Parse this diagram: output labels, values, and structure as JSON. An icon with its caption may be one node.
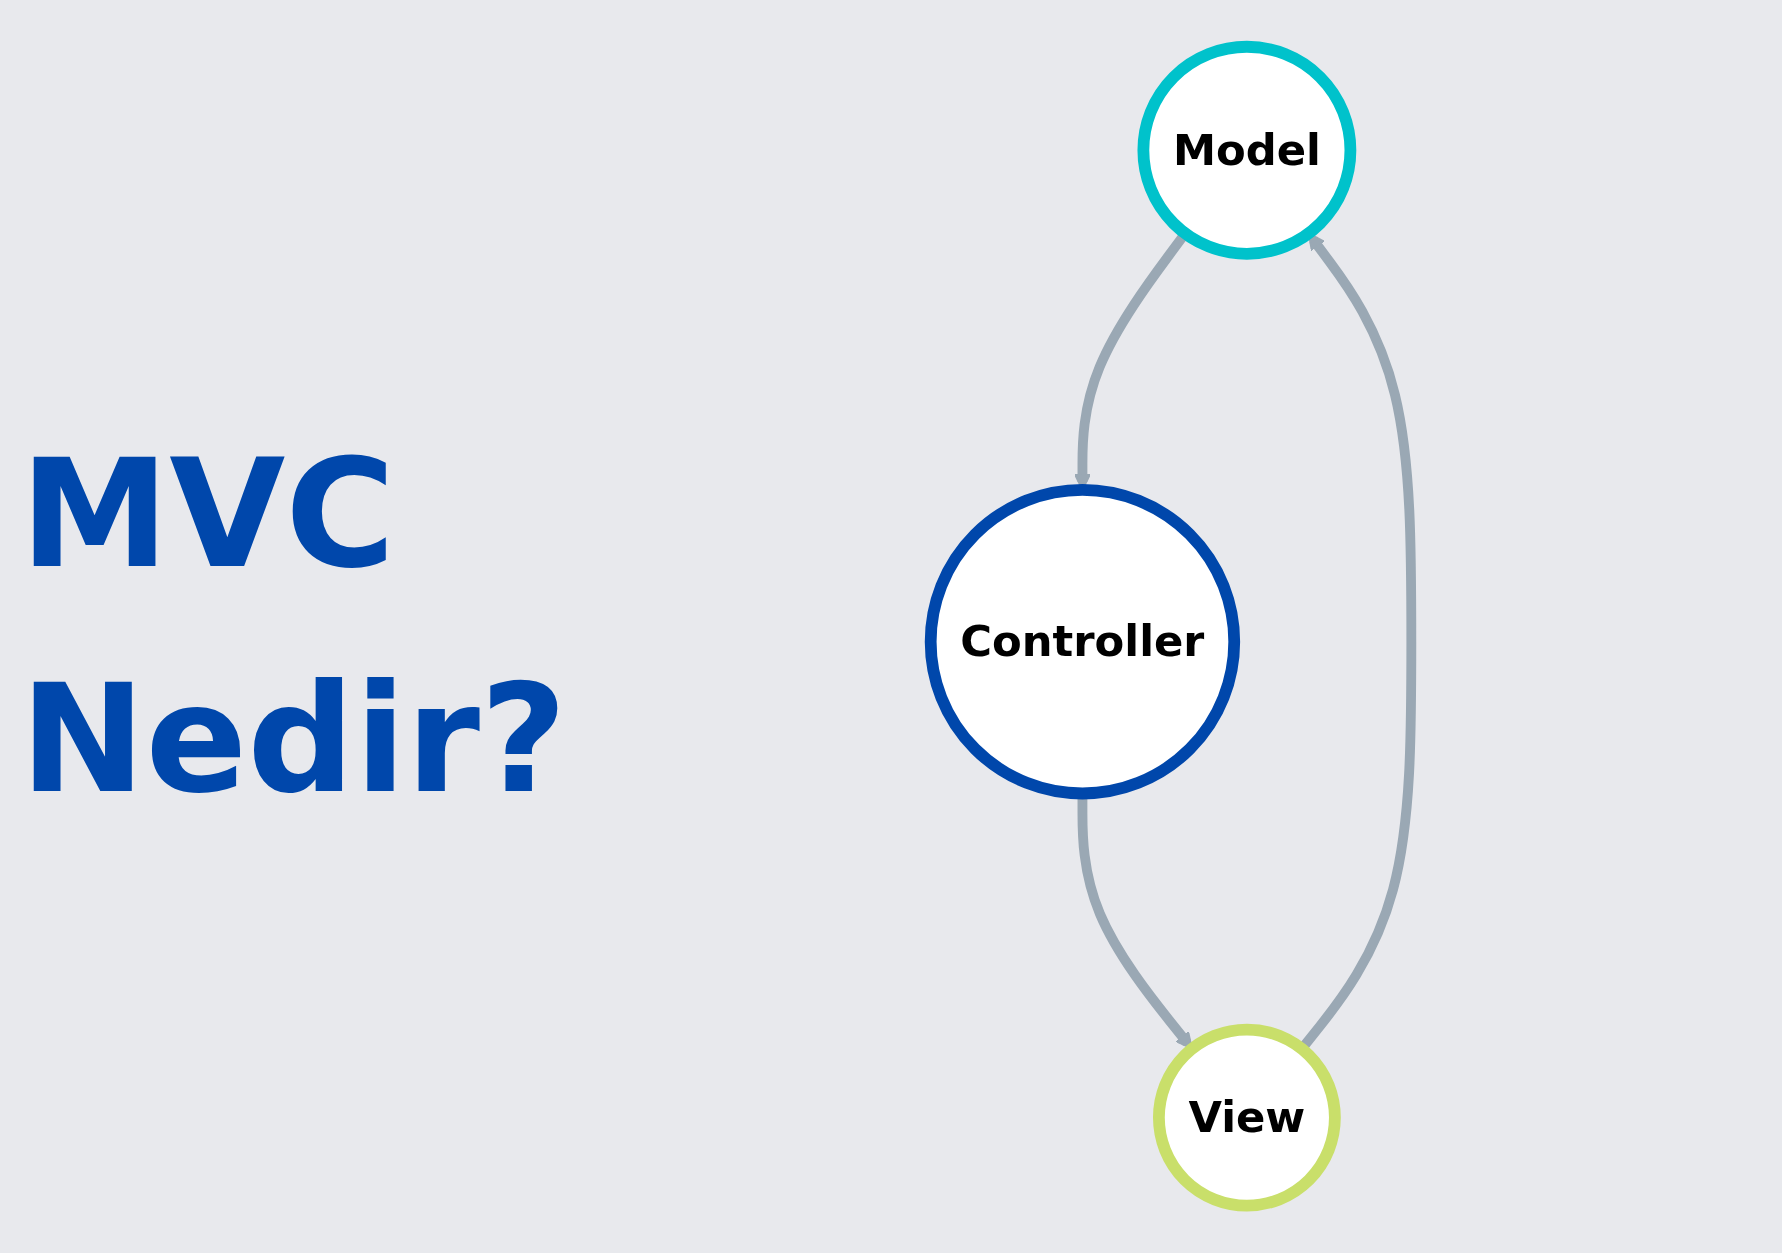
{
  "diagram": {
    "title": "MVC Nedir?",
    "nodes": [
      {
        "text": [
          "Model"
        ]
      },
      {
        "text": [
          "View"
        ]
      },
      {
        "text": [
          "Controller"
        ]
      }
    ],
    "edges": [
      {
        "from": 1,
        "to": 0,
        "arrow": "to"
      },
      {
        "from": 0,
        "to": 2,
        "arrow": "to"
      },
      {
        "from": 2,
        "to": 1,
        "arrow": "to"
      }
    ]
  }
}
